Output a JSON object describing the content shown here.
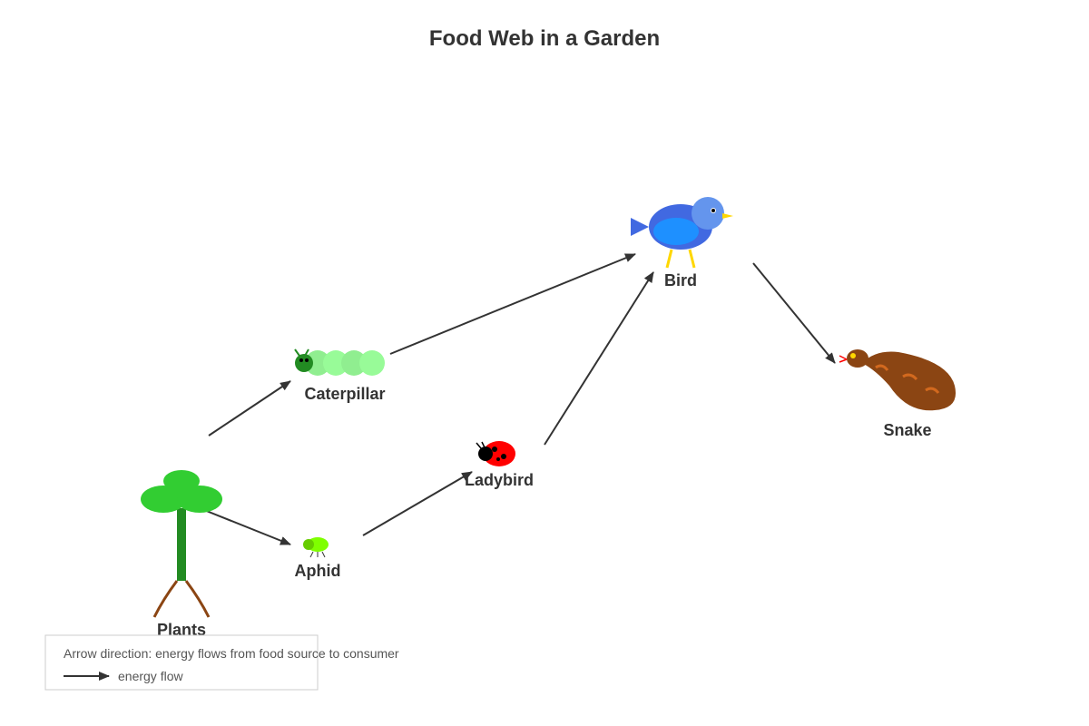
{
  "diagram": {
    "title": "Food Web in a Garden",
    "nodes": [
      {
        "id": "plants",
        "label": "Plants",
        "icon": "plant-icon"
      },
      {
        "id": "caterpillar",
        "label": "Caterpillar",
        "icon": "caterpillar-icon"
      },
      {
        "id": "aphid",
        "label": "Aphid",
        "icon": "aphid-icon"
      },
      {
        "id": "ladybird",
        "label": "Ladybird",
        "icon": "ladybird-icon"
      },
      {
        "id": "bird",
        "label": "Bird",
        "icon": "bird-icon"
      },
      {
        "id": "snake",
        "label": "Snake",
        "icon": "snake-icon"
      }
    ],
    "edges": [
      {
        "from": "plants",
        "to": "caterpillar"
      },
      {
        "from": "plants",
        "to": "aphid"
      },
      {
        "from": "aphid",
        "to": "ladybird"
      },
      {
        "from": "caterpillar",
        "to": "bird"
      },
      {
        "from": "ladybird",
        "to": "bird"
      },
      {
        "from": "bird",
        "to": "snake"
      }
    ]
  },
  "legend": {
    "description": "Arrow direction: energy flows from food source to consumer",
    "arrow_label": "energy flow"
  },
  "colors": {
    "arrow": "#333333",
    "plant_leaves": "#32cd32",
    "plant_stem": "#228b22",
    "plant_roots": "#8b4513",
    "caterpillar_body": "#90ee90",
    "caterpillar_head": "#228b22",
    "aphid": "#7fff00",
    "ladybird_body": "#ff0000",
    "bird_body": "#4169e1",
    "bird_belly": "#1e90ff",
    "bird_head": "#6495ed",
    "bird_beak": "#ffd700",
    "snake_body": "#8b4513",
    "snake_marks": "#d2691e"
  }
}
